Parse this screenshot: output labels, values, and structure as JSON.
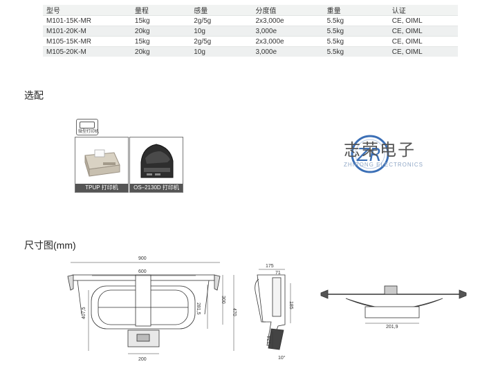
{
  "spec_table": {
    "headers": [
      "型号",
      "量程",
      "感量",
      "分度值",
      "重量",
      "认证"
    ],
    "rows": [
      [
        "M101-15K-MR",
        "15kg",
        "2g/5g",
        "2x3,000e",
        "5.5kg",
        "CE, OIML"
      ],
      [
        "M101-20K-M",
        "20kg",
        "10g",
        "3,000e",
        "5.5kg",
        "CE, OIML"
      ],
      [
        "M105-15K-MR",
        "15kg",
        "2g/5g",
        "2x3,000e",
        "5.5kg",
        "CE, OIML"
      ],
      [
        "M105-20K-M",
        "20kg",
        "10g",
        "3,000e",
        "5.5kg",
        "CE, OIML"
      ]
    ]
  },
  "sections": {
    "accessories_title": "选配",
    "dimensions_title": "尺寸图(mm)"
  },
  "accessories": {
    "icon_label": "微型打印机",
    "items": [
      {
        "caption": "TPUP 打印机",
        "icon": "mini-printer-icon"
      },
      {
        "caption": "OS–2130D 打印机",
        "icon": "label-printer-icon"
      }
    ]
  },
  "logo": {
    "mark": "ZR",
    "name": "志荣电子",
    "subtitle": "ZHIRONG ELECTRONICS",
    "colors": {
      "blue": "#3b6fb6",
      "grey": "#666666"
    }
  },
  "dimensions": {
    "front": {
      "width_total": "900",
      "width_inner": "600",
      "bottom_width": "200",
      "height_left": "407,5",
      "height_inner": "281,5",
      "height_right1": "300",
      "height_right2": "470"
    },
    "side": {
      "top": "175",
      "small": "71",
      "height": "185",
      "bottom": "124",
      "angle": "10°"
    },
    "top_view": {
      "width": "201,9"
    }
  }
}
